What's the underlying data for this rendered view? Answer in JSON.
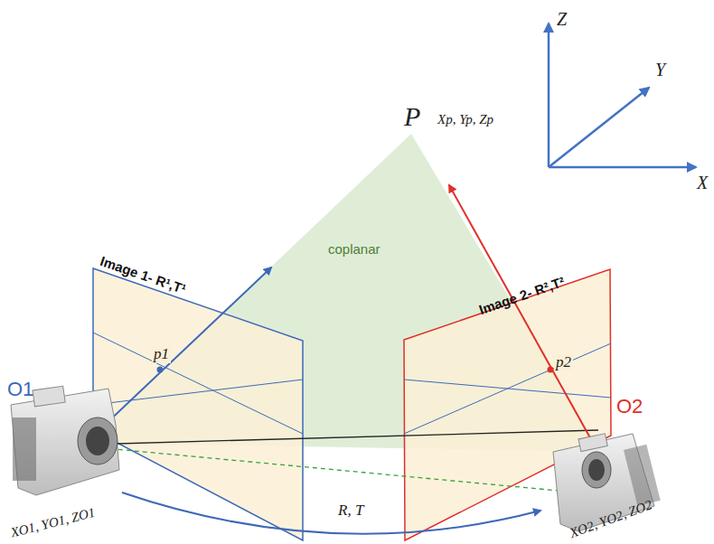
{
  "diagram": {
    "labels": [
      "Z",
      "Y",
      "X",
      "P",
      "Xp, Yp, Zp",
      "Image 1- R¹,T¹",
      "coplanar",
      "Image 2- R²,T²",
      "p1",
      "p2",
      "O1",
      "O2",
      "XO1, YO1, ZO1",
      "R, T",
      "XO2, YO2, ZO2"
    ]
  }
}
